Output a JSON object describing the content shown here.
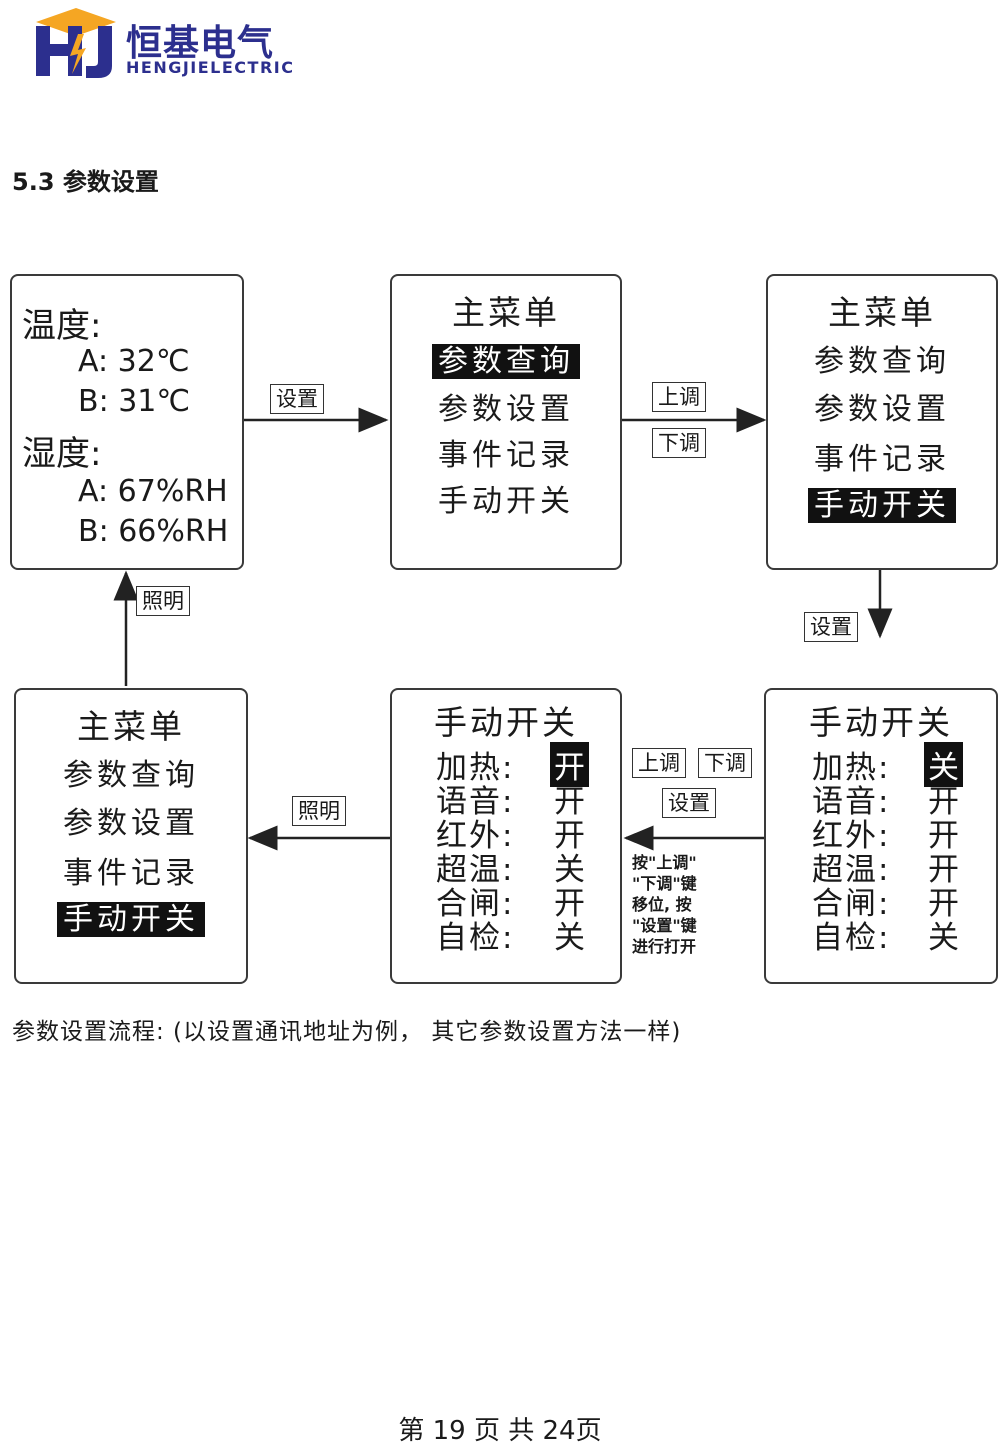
{
  "header": {
    "logo_letters": "HJ",
    "brand_cn": "恒基电气",
    "brand_en": "HENGJIELECTRIC"
  },
  "section": {
    "title": "5.3  参数设置"
  },
  "screens": {
    "temp_humidity": {
      "temp_label": "温度:",
      "temp_a": "A:  32℃",
      "temp_b": "B:  31℃",
      "hum_label": "湿度:",
      "hum_a": "A:  67%RH",
      "hum_b": "B:  66%RH"
    },
    "menu1": {
      "title": "主菜单",
      "items": [
        "参数查询",
        "参数设置",
        "事件记录",
        "手动开关"
      ],
      "selected_index": 0
    },
    "menu2": {
      "title": "主菜单",
      "items": [
        "参数查询",
        "参数设置",
        "事件记录",
        "手动开关"
      ],
      "selected_index": 3
    },
    "manual_right": {
      "title": "手动开关",
      "rows": [
        {
          "label": "加热:",
          "value": "关",
          "selected": true
        },
        {
          "label": "语音:",
          "value": "开"
        },
        {
          "label": "红外:",
          "value": "开"
        },
        {
          "label": "超温:",
          "value": "开"
        },
        {
          "label": "合闸:",
          "value": "开"
        },
        {
          "label": "自检:",
          "value": "关"
        }
      ]
    },
    "manual_mid": {
      "title": "手动开关",
      "rows": [
        {
          "label": "加热:",
          "value": "开",
          "selected": true
        },
        {
          "label": "语音:",
          "value": "开"
        },
        {
          "label": "红外:",
          "value": "开"
        },
        {
          "label": "超温:",
          "value": "关"
        },
        {
          "label": "合闸:",
          "value": "开"
        },
        {
          "label": "自检:",
          "value": "关"
        }
      ]
    },
    "menu3": {
      "title": "主菜单",
      "items": [
        "参数查询",
        "参数设置",
        "事件记录",
        "手动开关"
      ],
      "selected_index": 3
    }
  },
  "keys": {
    "set1": "设置",
    "up1": "上调",
    "down1": "下调",
    "set2": "设置",
    "up2": "上调",
    "down2": "下调",
    "set3": "设置",
    "light1": "照明",
    "light2": "照明"
  },
  "note": "按\"上调\"\n\"下调\"键\n移位, 按\n\"设置\"键\n进行打开",
  "caption": "参数设置流程: (以设置通讯地址为例， 其它参数设置方法一样)",
  "footer": "第 19 页 共 24页",
  "colors": {
    "brand_blue": "#2c2f8e",
    "brand_orange": "#f5a623",
    "border": "#3a3a3a",
    "highlight_bg": "#111111"
  }
}
